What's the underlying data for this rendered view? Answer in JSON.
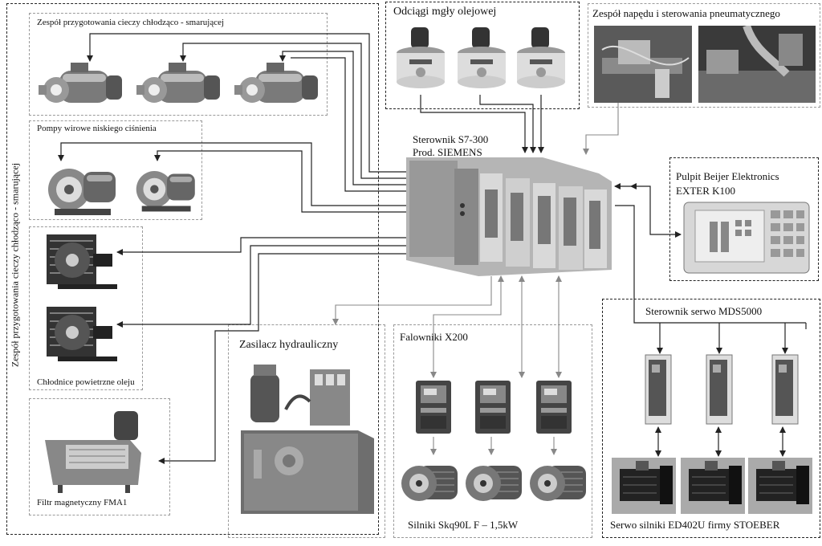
{
  "groups": {
    "cooling_prep": "Zespół przygotowania cieczy chłodząco - smarującej",
    "cooling_prep_vertical": "Zespół przygotowania cieczy chłodząco - smarującej",
    "low_pressure_pumps": "Pompy wirowe niskiego ciśnienia",
    "air_coolers": "Chłodnice powietrzne oleju",
    "magnetic_filter": "Filtr magnetyczny FMA1",
    "oil_mist": "Odciągi mgły olejowej",
    "pneumatic": "Zespół napędu i sterowania pneumatycznego",
    "controller_line1": "Sterownik S7-300",
    "controller_line2": "Prod. SIEMENS",
    "panel_line1": "Pulpit Beijer Elektronics",
    "panel_line2": "EXTER K100",
    "hydraulic": "Zasilacz hydrauliczny",
    "inverters": "Falowniki X200",
    "motors": "Silniki Skq90L F – 1,5kW",
    "servo_controller": "Sterownik serwo MDS5000",
    "servo_motors": "Serwo silniki ED402U firmy STOEBER"
  }
}
